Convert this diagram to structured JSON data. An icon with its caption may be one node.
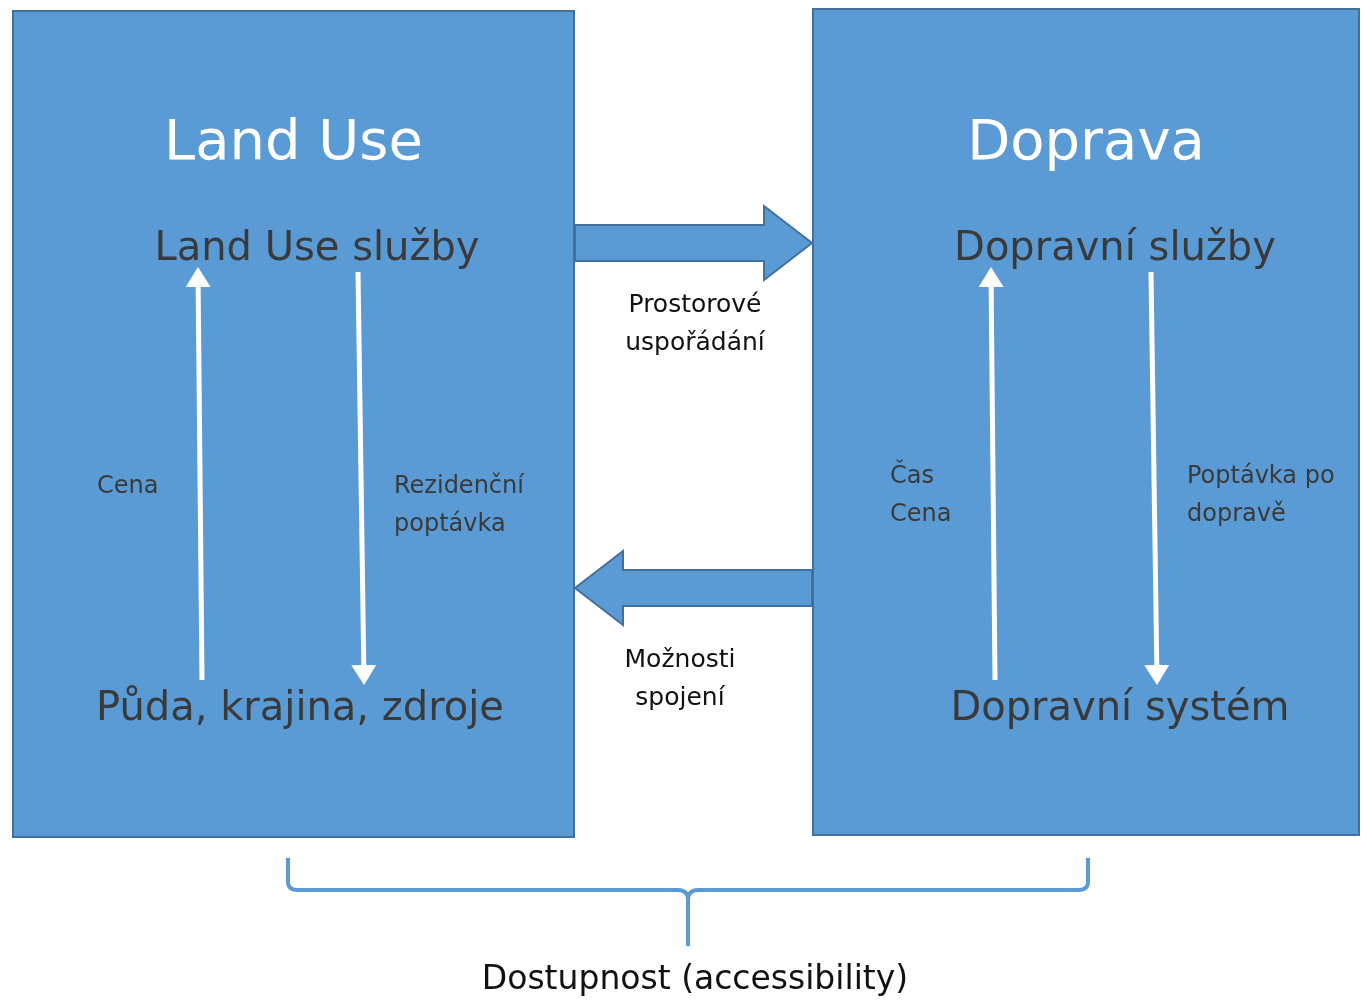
{
  "diagram": {
    "nodes": [
      {
        "text": [
          "Land Use"
        ]
      },
      {
        "text": [
          "Land Use služby"
        ],
        "in": 0
      },
      {
        "text": [
          "Půda, krajina, zdroje"
        ],
        "in": 0
      },
      {
        "text": [
          "Doprava"
        ]
      },
      {
        "text": [
          "Dopravní služby"
        ],
        "in": 3
      },
      {
        "text": [
          "Dopravní systém"
        ],
        "in": 3
      }
    ],
    "edges": [
      {
        "from": 2,
        "to": 1,
        "arrow": "to",
        "label": "Cena"
      },
      {
        "from": 1,
        "to": 2,
        "arrow": "to",
        "label": "Rezidenční poptávka"
      },
      {
        "from": 0,
        "to": 3,
        "arrow": "to",
        "label": "Prostorové uspořádání"
      },
      {
        "from": 3,
        "to": 0,
        "arrow": "to",
        "label": "Možnosti spojení"
      },
      {
        "from": 5,
        "to": 4,
        "arrow": "to",
        "label": "Čas Cena"
      },
      {
        "from": 4,
        "to": 5,
        "arrow": "to",
        "label": "Poptávka po dopravě"
      }
    ],
    "labels": [
      "Dostupnost (accessibility)"
    ]
  }
}
